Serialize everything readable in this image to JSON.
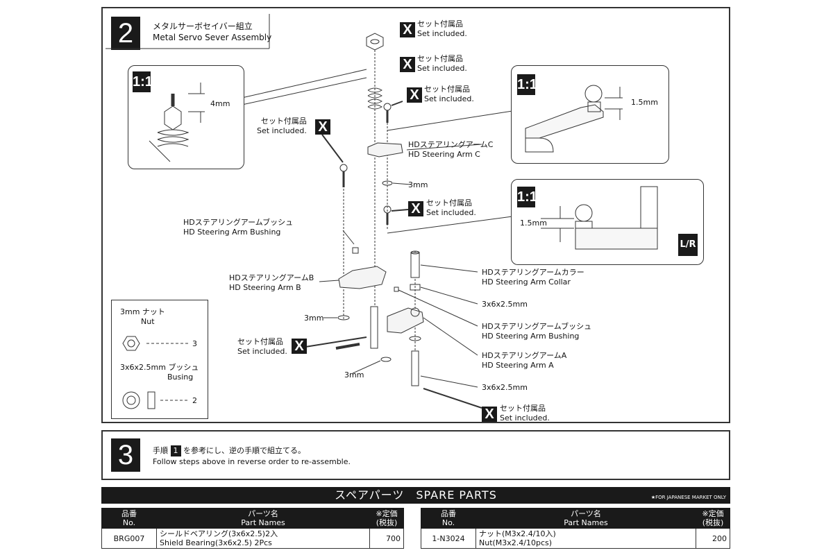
{
  "step2": {
    "number": "2",
    "title_jp": "メタルサーボセイバー組立",
    "title_en": "Metal Servo Sever Assembly"
  },
  "callouts": [
    {
      "jp": "セット付属品",
      "en": "Set included."
    },
    {
      "jp": "セット付属品",
      "en": "Set included."
    },
    {
      "jp": "セット付属品",
      "en": "Set included."
    },
    {
      "jp": "セット付属品",
      "en": "Set included."
    },
    {
      "jp": "セット付属品",
      "en": "Set included."
    },
    {
      "jp": "セット付属品",
      "en": "Set included."
    },
    {
      "jp": "セット付属品",
      "en": "Set included."
    }
  ],
  "x_mark": "X",
  "scale": "1:1",
  "lr_mark": "L/R",
  "insets": {
    "nut_dim": "4mm",
    "arm_c_dim": "1.5mm",
    "arm_lr_dim": "1.5mm"
  },
  "parts": {
    "arm_c": {
      "jp": "HDステアリングアームC",
      "en": "HD Steering Arm C"
    },
    "arm_bushing_left": {
      "jp": "HDステアリングアームブッシュ",
      "en": "HD Steering Arm Bushing"
    },
    "arm_b": {
      "jp": "HDステアリングアームB",
      "en": "HD Steering Arm B"
    },
    "arm_collar": {
      "jp": "HDステアリングアームカラー",
      "en": "HD Steering Arm Collar"
    },
    "arm_bushing_right": {
      "jp": "HDステアリングアームブッシュ",
      "en": "HD Steering Arm Bushing"
    },
    "arm_a": {
      "jp": "HDステアリングアームA",
      "en": "HD Steering Arm A"
    },
    "bushing_top": "3x6x2.5mm",
    "bushing_bottom": "3x6x2.5mm",
    "nut_3mm_a": "3mm",
    "nut_3mm_b": "3mm",
    "nut_3mm_c": "3mm"
  },
  "legend": {
    "nut_jp": "3mm ナット",
    "nut_en": "Nut",
    "nut_qty": "3",
    "bush_jp": "3x6x2.5mm ブッシュ",
    "bush_en": "Busing",
    "bush_qty": "2"
  },
  "step3": {
    "number": "3",
    "text_jp_pre": "手順",
    "ref_num": "1",
    "text_jp_post": "を参考にし、逆の手順で組立てる。",
    "text_en": "Follow steps above in reverse order to re-assemble."
  },
  "spare": {
    "title": "スペアパーツ　SPARE PARTS",
    "note": "★FOR JAPANESE MARKET ONLY",
    "headers": {
      "no_jp": "品番",
      "no_en": "No.",
      "name_jp": "パーツ名",
      "name_en": "Part Names",
      "price_jp": "※定価",
      "price_tax": "(税抜)"
    },
    "rows": [
      {
        "no": "BRG007",
        "name_jp": "シールドベアリング(3x6x2.5)2入",
        "name_en": "Shield Bearing(3x6x2.5) 2Pcs",
        "price": "700"
      },
      {
        "no": "1-N3024",
        "name_jp": "ナット(M3x2.4/10入)",
        "name_en": "Nut(M3x2.4/10pcs)",
        "price": "200"
      }
    ]
  }
}
